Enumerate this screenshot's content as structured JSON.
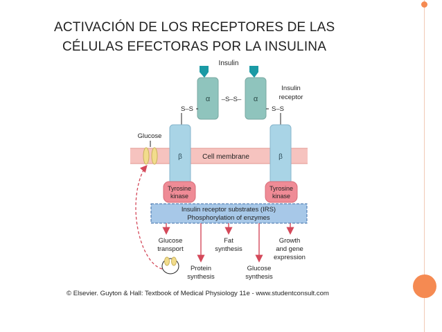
{
  "slide": {
    "title_line1": "ACTIVACIÓN DE LOS RECEPTORES DE LAS",
    "title_line2": "CÉLULAS EFECTORAS POR LA INSULINA",
    "accent_color": "#f58a52"
  },
  "diagram": {
    "insulin_label": "Insulin",
    "alpha_left": "α",
    "alpha_right": "α",
    "ss_center": "–S–S–",
    "ss_left": "S–S",
    "ss_right": "S–S",
    "receptor_label_1": "Insulin",
    "receptor_label_2": "receptor",
    "glucose_label": "Glucose",
    "beta_left": "β",
    "beta_right": "β",
    "membrane_label": "Cell membrane",
    "tk_left_1": "Tyrosine",
    "tk_left_2": "kinase",
    "tk_right_1": "Tyrosine",
    "tk_right_2": "kinase",
    "irs_line1": "Insulin receptor substrates (IRS)",
    "irs_line2": "Phosphorylation of enzymes",
    "out_glucose_transport_1": "Glucose",
    "out_glucose_transport_2": "transport",
    "out_fat_1": "Fat",
    "out_fat_2": "synthesis",
    "out_growth_1": "Growth",
    "out_growth_2": "and gene",
    "out_growth_3": "expression",
    "out_protein_1": "Protein",
    "out_protein_2": "synthesis",
    "out_glucose_synth_1": "Glucose",
    "out_glucose_synth_2": "synthesis",
    "caption": "© Elsevier. Guyton & Hall: Textbook of Medical Physiology 11e - www.studentconsult.com",
    "colors": {
      "insulin": "#1a9aa5",
      "alpha": "#8fc4bd",
      "beta": "#a9d4e6",
      "membrane": "#f6c3bf",
      "kinase": "#ef8b96",
      "irs": "#a7c8e8",
      "arrow": "#d4495a",
      "transporter": "#f2dc8c"
    }
  }
}
